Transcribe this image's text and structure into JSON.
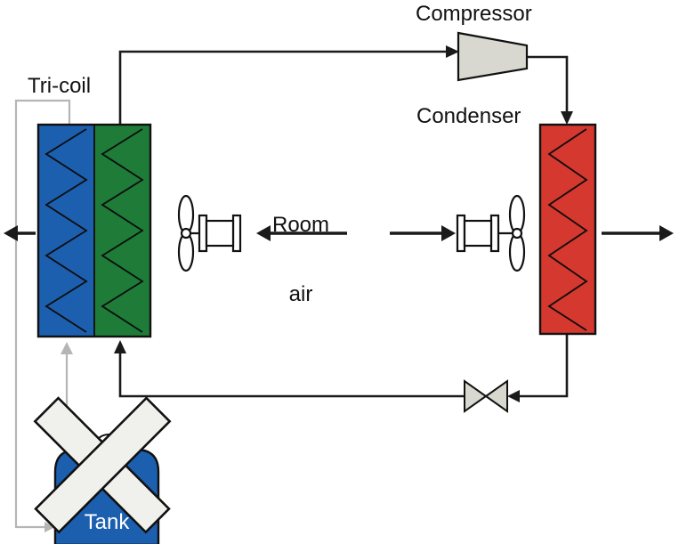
{
  "labels": {
    "compressor": "Compressor",
    "condenser": "Condenser",
    "tricoil": "Tri-coil",
    "room_air_line1": "Room",
    "room_air_line2": "air",
    "tank": "Tank"
  },
  "colors": {
    "evaporator_blue": "#1c5fae",
    "coil_green": "#1e7b38",
    "condenser_red": "#d4382e",
    "tank_blue": "#1c5fae",
    "component_gray": "#d8d8d0",
    "inactive_gray": "#b5b5b5",
    "cross_white": "#f0f0ec",
    "line_black": "#1a1a1a"
  },
  "icons": {
    "fan": "fan-icon (propeller with motor)",
    "compressor": "compressor-icon (converging trapezoid)",
    "expansion_valve": "valve-icon (bowtie triangles)",
    "tank_disabled": "x-cross-icon (tank loop inactive)"
  }
}
